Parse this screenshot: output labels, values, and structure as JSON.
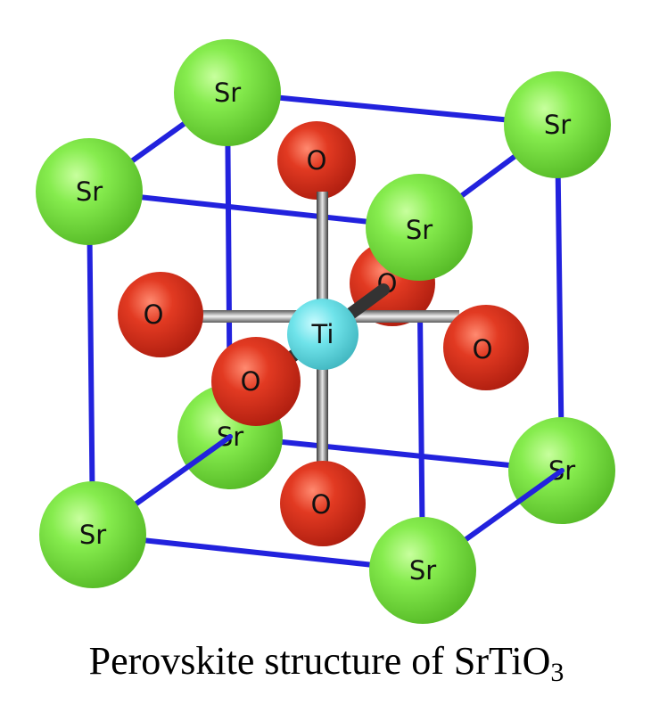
{
  "atoms": {
    "sr": "Sr",
    "ti": "Ti",
    "o": "O"
  },
  "caption": {
    "text": "Perovskite structure of SrTiO",
    "subscript": "3"
  },
  "colors": {
    "strontium": "#7ce64a",
    "titanium": "#6fe3ea",
    "oxygen": "#e0301e",
    "cell_edge": "#2222dd",
    "bond": "#6a6a6a"
  }
}
